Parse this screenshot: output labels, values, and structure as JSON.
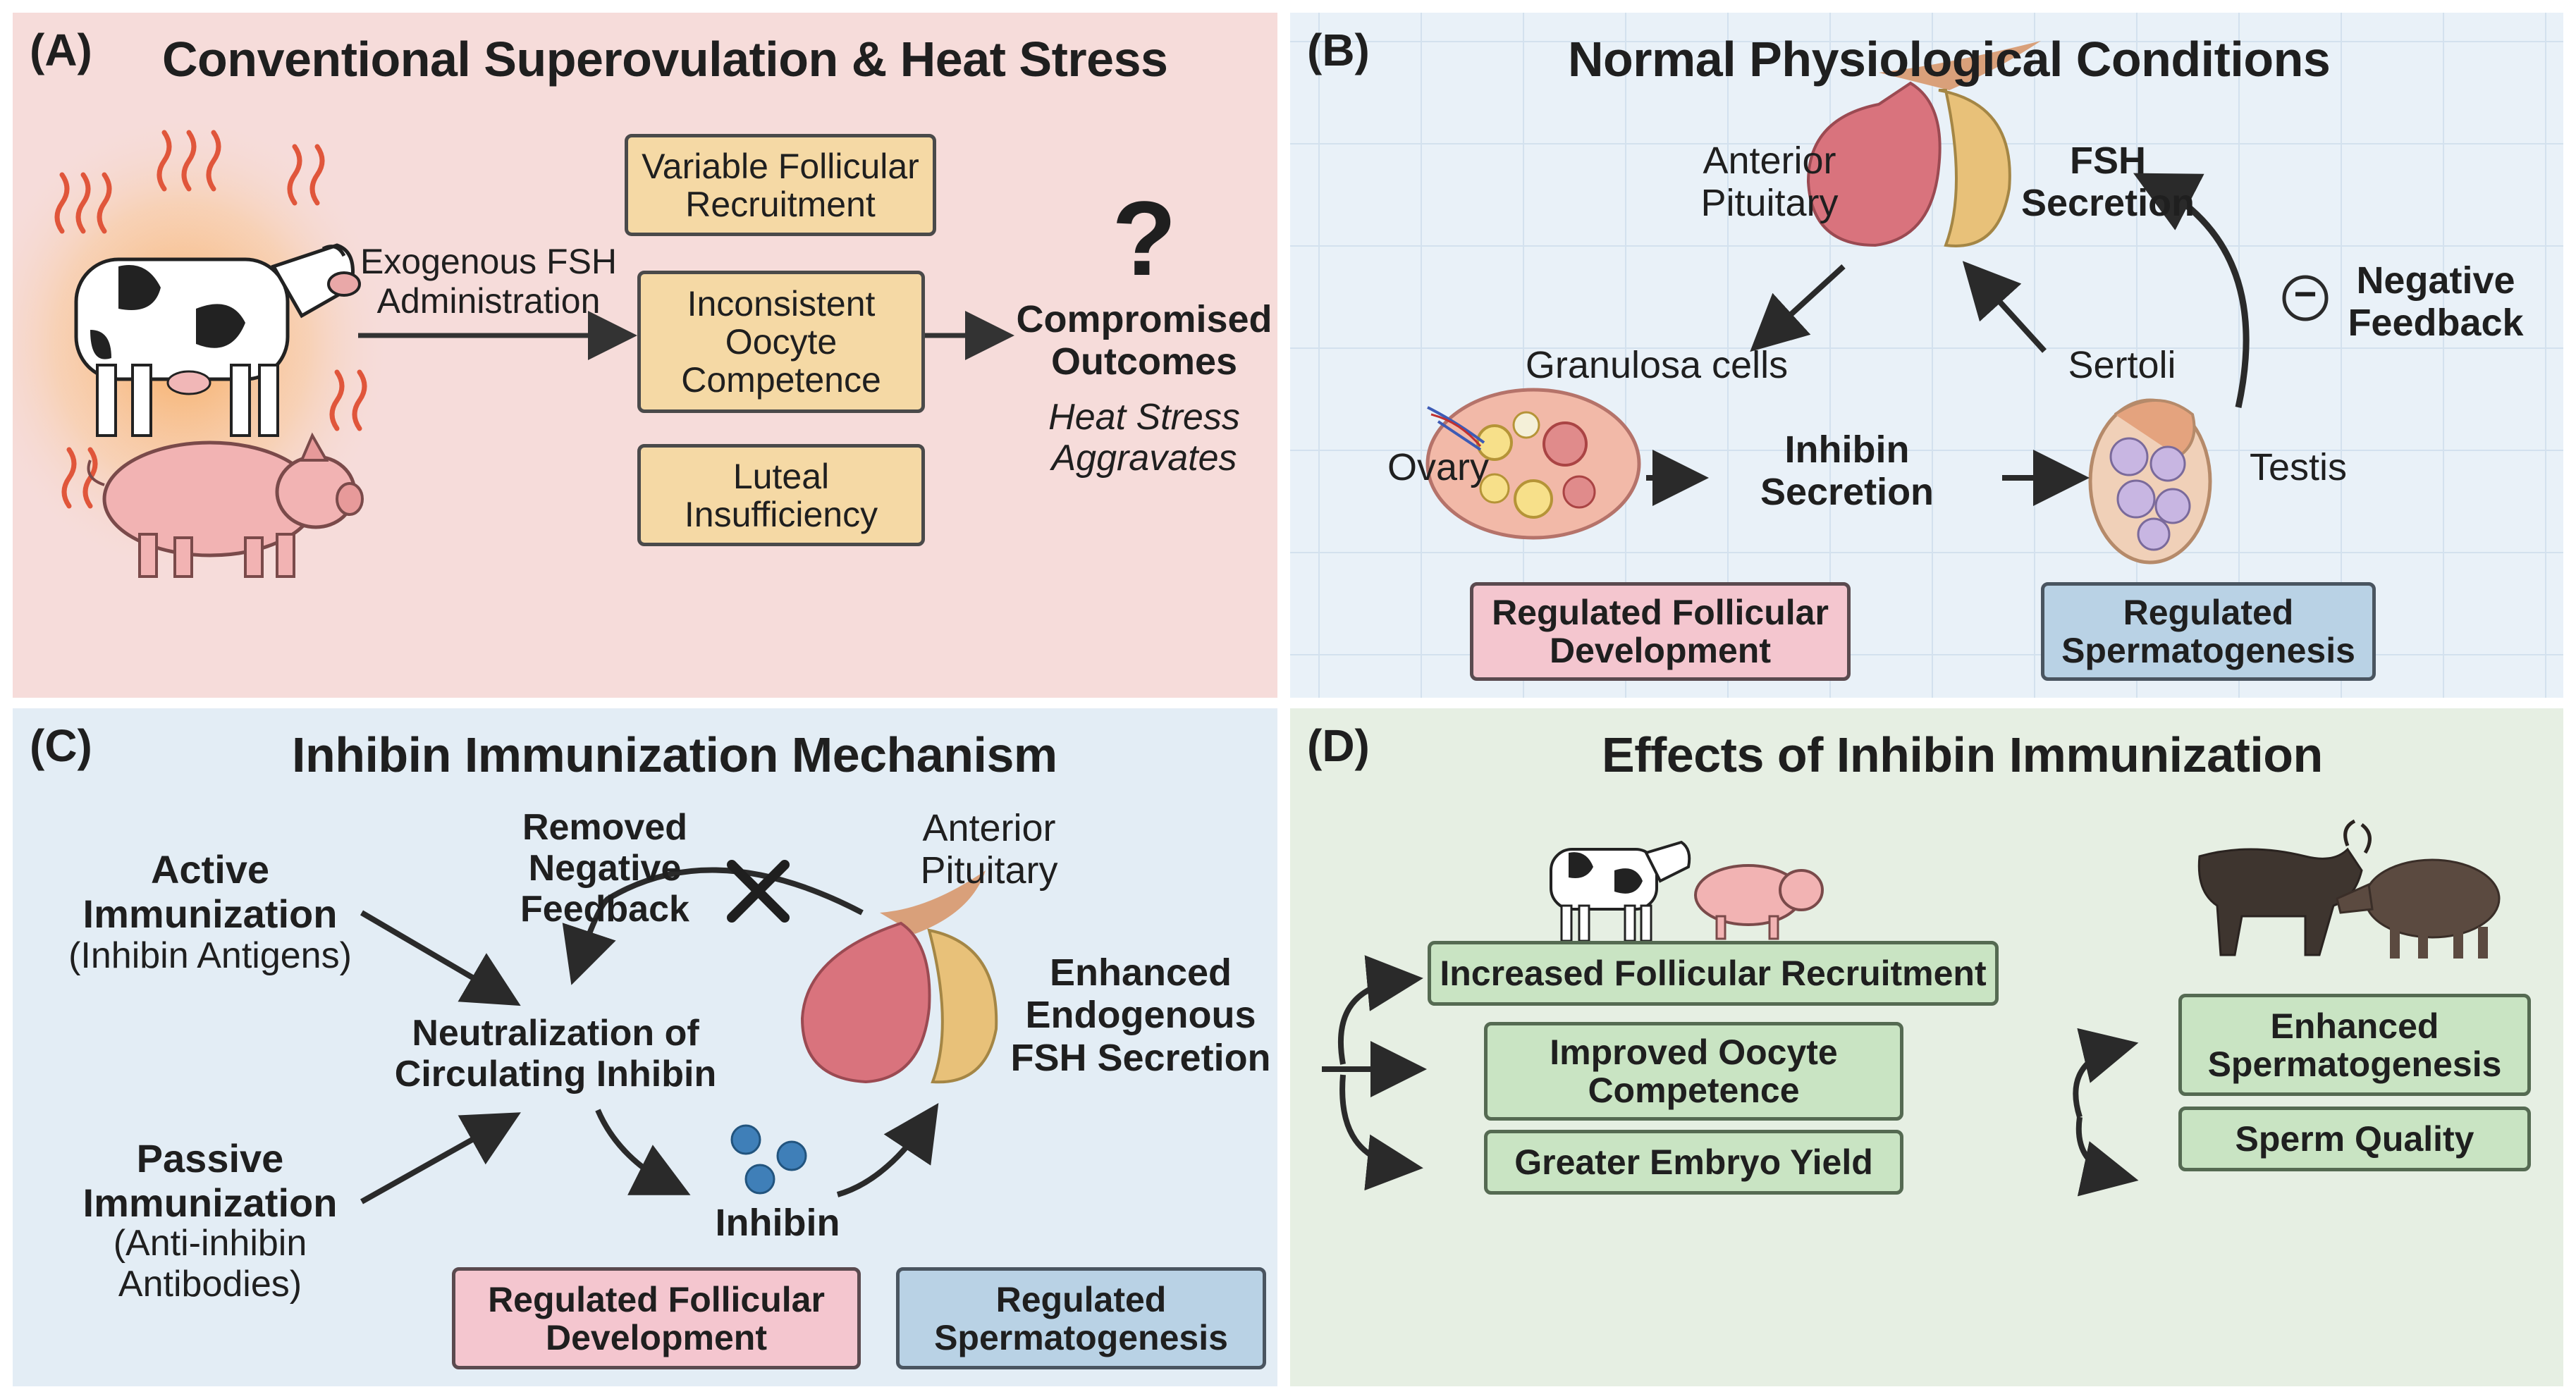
{
  "panelA": {
    "label": "(A)",
    "title": "Conventional Superovulation & Heat Stress",
    "arrow_label": "Exogenous FSH\nAdministration",
    "boxes": [
      "Variable Follicular\nRecruitment",
      "Inconsistent\nOocyte\nCompetence",
      "Luteal\nInsufficiency"
    ],
    "question_mark": "?",
    "outcome": "Compromised\nOutcomes",
    "outcome_note": "Heat Stress\nAggravates"
  },
  "panelB": {
    "label": "(B)",
    "title": "Normal Physiological Conditions",
    "pituitary_label": "Anterior\nPituitary",
    "fsh_label": "FSH\nSecretion",
    "negative_feedback": "Negative\nFeedback",
    "minus_symbol": "−",
    "granulosa_label": "Granulosa cells",
    "sertoli_label": "Sertoli",
    "ovary_label": "Ovary",
    "testis_label": "Testis",
    "inhibin_label": "Inhibin\nSecretion",
    "female_box": "Regulated Follicular\nDevelopment",
    "male_box": "Regulated\nSpermatogenesis"
  },
  "panelC": {
    "label": "(C)",
    "title": "Inhibin Immunization Mechanism",
    "active_title": "Active\nImmunization",
    "active_sub": "(Inhibin Antigens)",
    "passive_title": "Passive\nImmunization",
    "passive_sub": "(Anti-inhibin\nAntibodies)",
    "removed_feedback": "Removed Negative\nFeedback",
    "neutralization": "Neutralization of\nCirculating Inhibin",
    "pituitary_label": "Anterior\nPituitary",
    "enhanced_fsh": "Enhanced\nEndogenous\nFSH Secretion",
    "inhibin_label": "Inhibin",
    "female_box": "Regulated Follicular\nDevelopment",
    "male_box": "Regulated\nSpermatogenesis"
  },
  "panelD": {
    "label": "(D)",
    "title": "Effects of Inhibin Immunization",
    "female_effects": [
      "Increased Follicular Recruitment",
      "Improved Oocyte\nCompetence",
      "Greater Embryo Yield"
    ],
    "male_effects": [
      "Enhanced\nSpermatogenesis",
      "Sperm Quality"
    ]
  },
  "colors": {
    "panelA_bg": "#f6dcda",
    "panelB_bg": "#e9f1f8",
    "panelC_bg": "#e3edf5",
    "panelD_bg": "#e6efe3",
    "yellow_box": "#f5d9a5",
    "pink_box": "#f4c6cf",
    "blue_box": "#b9d2e5",
    "green_box": "#c9e4c3"
  }
}
